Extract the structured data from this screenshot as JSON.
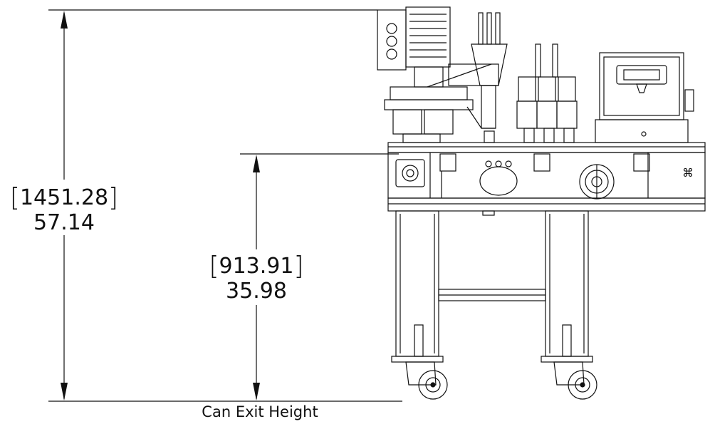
{
  "dimensions": {
    "overall_height": {
      "metric": "1451.28",
      "imperial": "57.14",
      "bracket_open": "[",
      "bracket_close": "]"
    },
    "exit_height": {
      "metric": "913.91",
      "imperial": "35.98",
      "bracket_open": "[",
      "bracket_close": "]"
    }
  },
  "caption": "Can Exit Height",
  "colors": {
    "line": "#111111",
    "background": "#ffffff"
  }
}
